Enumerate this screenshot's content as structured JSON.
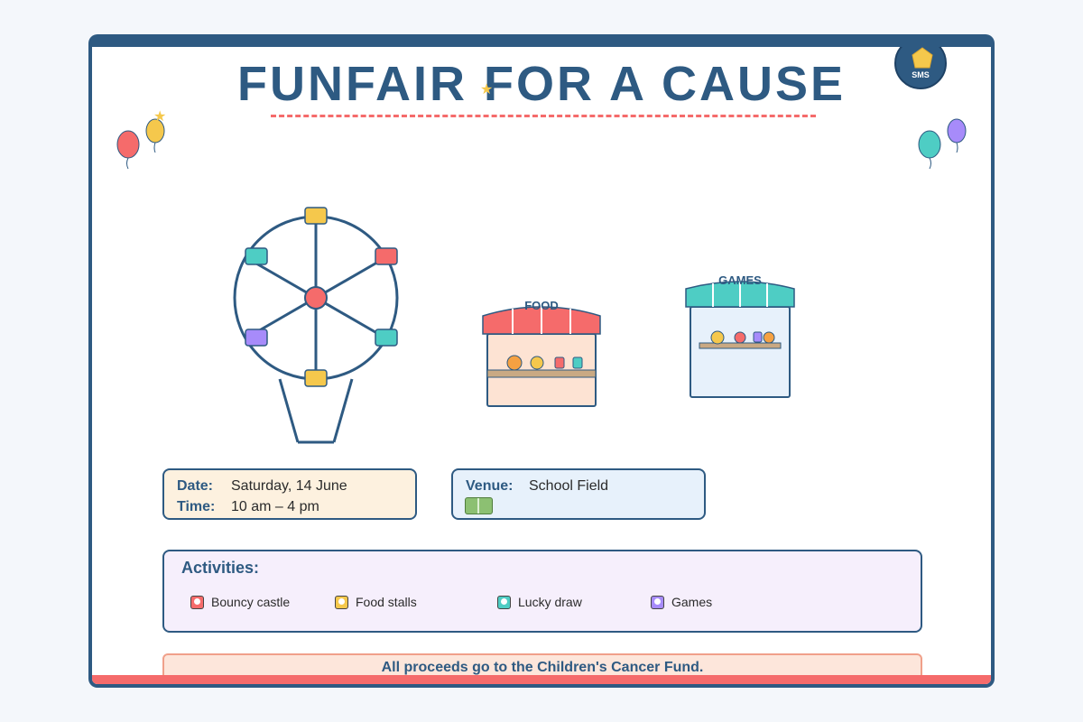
{
  "poster": {
    "title": "FUNFAIR FOR A CAUSE",
    "logo_text": "SMS",
    "colors": {
      "primary": "#2e5a82",
      "accent_red": "#f56b6b",
      "accent_yellow": "#f5c84c",
      "accent_teal": "#4ecdc4",
      "accent_purple": "#a78bfa"
    }
  },
  "stalls": {
    "food_label": "FOOD",
    "games_label": "GAMES"
  },
  "info": {
    "date_key": "Date:",
    "date_value": "Saturday, 14 June",
    "time_key": "Time:",
    "time_value": "10 am – 4 pm",
    "venue_key": "Venue:",
    "venue_value": "School Field"
  },
  "activities": {
    "title": "Activities:",
    "items": [
      {
        "label": "Bouncy castle",
        "icon": "bouncy-castle-icon",
        "color": "#f56b6b"
      },
      {
        "label": "Food stalls",
        "icon": "food-stall-icon",
        "color": "#f5c84c"
      },
      {
        "label": "Lucky draw",
        "icon": "lucky-draw-icon",
        "color": "#4ecdc4"
      },
      {
        "label": "Games",
        "icon": "games-icon",
        "color": "#a78bfa"
      }
    ]
  },
  "footer": {
    "proceeds": "All proceeds go to the Children's Cancer Fund."
  }
}
